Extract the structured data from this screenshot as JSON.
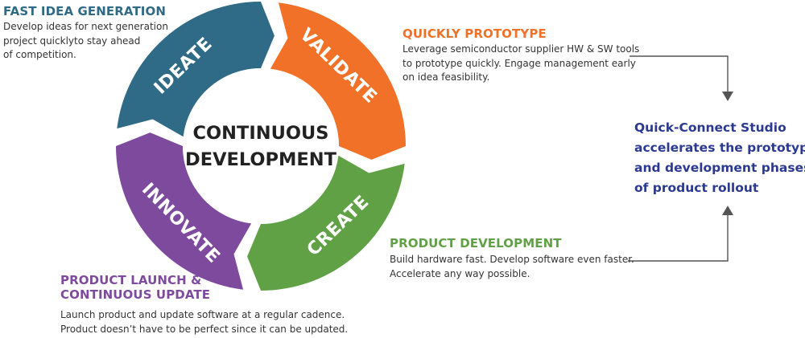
{
  "colors": {
    "ideate": "#2f6a86",
    "validate": "#f07127",
    "create": "#61a146",
    "innovate": "#7e4a9e",
    "callout": "#2b3990",
    "connector": "#555555",
    "body_text": "#333333"
  },
  "center": {
    "line1": "CONTINUOUS",
    "line2": "DEVELOPMENT"
  },
  "cycle": [
    {
      "id": "ideate",
      "label": "IDEATE"
    },
    {
      "id": "validate",
      "label": "VALIDATE"
    },
    {
      "id": "create",
      "label": "CREATE"
    },
    {
      "id": "innovate",
      "label": "INNOVATE"
    }
  ],
  "phases": {
    "fast_idea": {
      "heading": "FAST IDEA GENERATION",
      "lines": [
        "Develop ideas for next generation",
        "project quicklyto stay ahead",
        "of competition."
      ]
    },
    "quickly_prototype": {
      "heading": "QUICKLY PROTOTYPE",
      "lines": [
        "Leverage semiconductor supplier HW & SW tools",
        "to prototype quickly. Engage management early",
        "on idea feasibility."
      ]
    },
    "product_development": {
      "heading": "PRODUCT DEVELOPMENT",
      "lines": [
        "Build hardware fast. Develop software even faster.",
        "Accelerate any way possible."
      ]
    },
    "product_launch": {
      "heading_line1": "PRODUCT LAUNCH &",
      "heading_line2": "CONTINUOUS UPDATE",
      "lines": [
        "Launch product and update software at a regular cadence.",
        "Product doesn’t have to be perfect since it can be updated."
      ]
    }
  },
  "callout": {
    "lines": [
      "Quick-Connect Studio",
      "accelerates the prototype",
      "and development phases",
      "of product rollout"
    ]
  }
}
